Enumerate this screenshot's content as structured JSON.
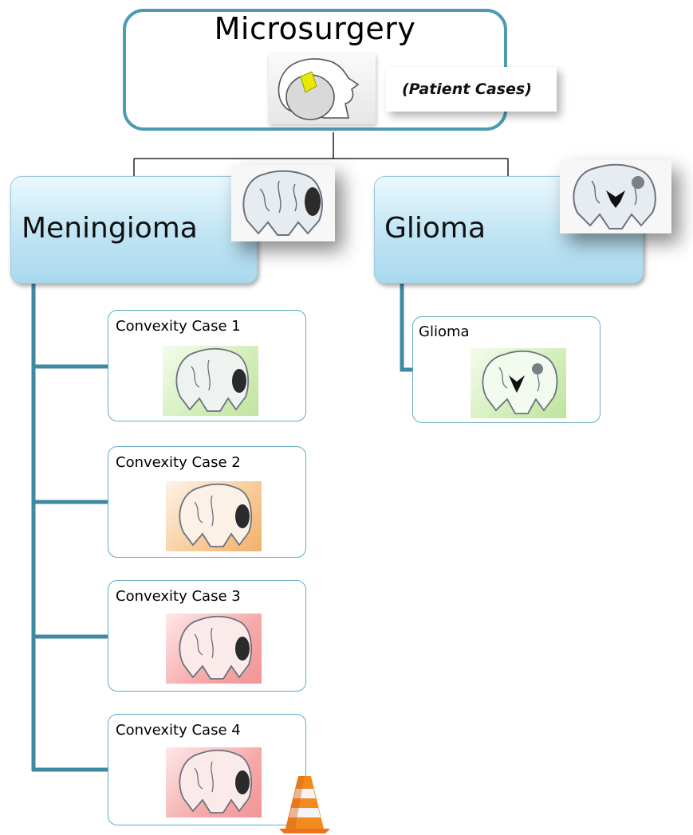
{
  "root": {
    "title": "Microsurgery",
    "subtitle": "(Patient Cases)"
  },
  "categories": [
    {
      "label": "Meningioma",
      "cases": [
        {
          "title": "Convexity Case 1",
          "color": "#cbeab0"
        },
        {
          "title": "Convexity Case 2",
          "color": "#f4be84"
        },
        {
          "title": "Convexity Case 3",
          "color": "#f4a3a2"
        },
        {
          "title": "Convexity Case 4",
          "color": "#f4a3a2"
        }
      ]
    },
    {
      "label": "Glioma",
      "cases": [
        {
          "title": "Glioma",
          "color": "#cbeab0"
        }
      ]
    }
  ],
  "colors": {
    "root_border": "#4f9ab3",
    "connector": "#3f8aa3",
    "node_fill_top": "#eaf8fd",
    "node_fill_bottom": "#a9d9ee"
  },
  "icons": [
    "head-profile-icon",
    "brain-coronal-icon",
    "traffic-cone-icon"
  ]
}
